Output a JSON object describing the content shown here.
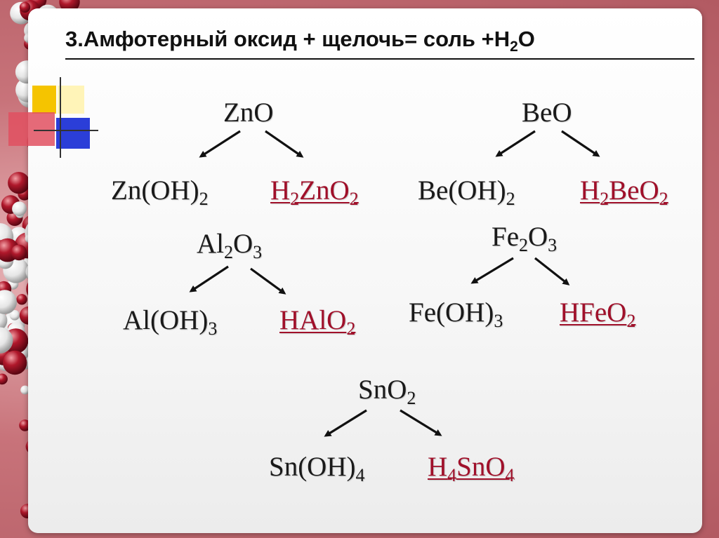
{
  "title": {
    "prefix": "3.Амфотерный оксид + щелочь= соль +Н",
    "sub": "2",
    "suffix": "О"
  },
  "schemes": [
    {
      "oxide": {
        "main": "ZnO",
        "parts": [
          [
            "ZnO",
            ""
          ]
        ]
      },
      "base": {
        "parts": [
          [
            "Zn(OH)",
            "2"
          ]
        ]
      },
      "acid": {
        "parts": [
          [
            "H",
            "2"
          ],
          [
            "ZnO",
            "2"
          ]
        ]
      }
    },
    {
      "oxide": {
        "parts": [
          [
            "BeO",
            ""
          ]
        ]
      },
      "base": {
        "parts": [
          [
            "Be(OH)",
            "2"
          ]
        ]
      },
      "acid": {
        "parts": [
          [
            "H",
            "2"
          ],
          [
            "BeO",
            "2"
          ]
        ]
      }
    },
    {
      "oxide": {
        "parts": [
          [
            "Al",
            "2"
          ],
          [
            "O",
            "3"
          ]
        ]
      },
      "base": {
        "parts": [
          [
            "Al(OH)",
            "3"
          ]
        ]
      },
      "acid": {
        "parts": [
          [
            "HAlO",
            "2"
          ]
        ]
      }
    },
    {
      "oxide": {
        "parts": [
          [
            "Fe",
            "2"
          ],
          [
            "O",
            "3"
          ]
        ]
      },
      "base": {
        "parts": [
          [
            "Fe(OH)",
            "3"
          ]
        ]
      },
      "acid": {
        "parts": [
          [
            "HFeO",
            "2"
          ]
        ]
      }
    },
    {
      "oxide": {
        "parts": [
          [
            "SnO",
            "2"
          ]
        ]
      },
      "base": {
        "parts": [
          [
            "Sn(OH)",
            "4"
          ]
        ]
      },
      "acid": {
        "parts": [
          [
            "H",
            "4"
          ],
          [
            "SnO",
            "4"
          ]
        ]
      }
    }
  ],
  "colors": {
    "acid": "#a0102a",
    "text": "#1a1a1a",
    "background": "#c46a70"
  }
}
